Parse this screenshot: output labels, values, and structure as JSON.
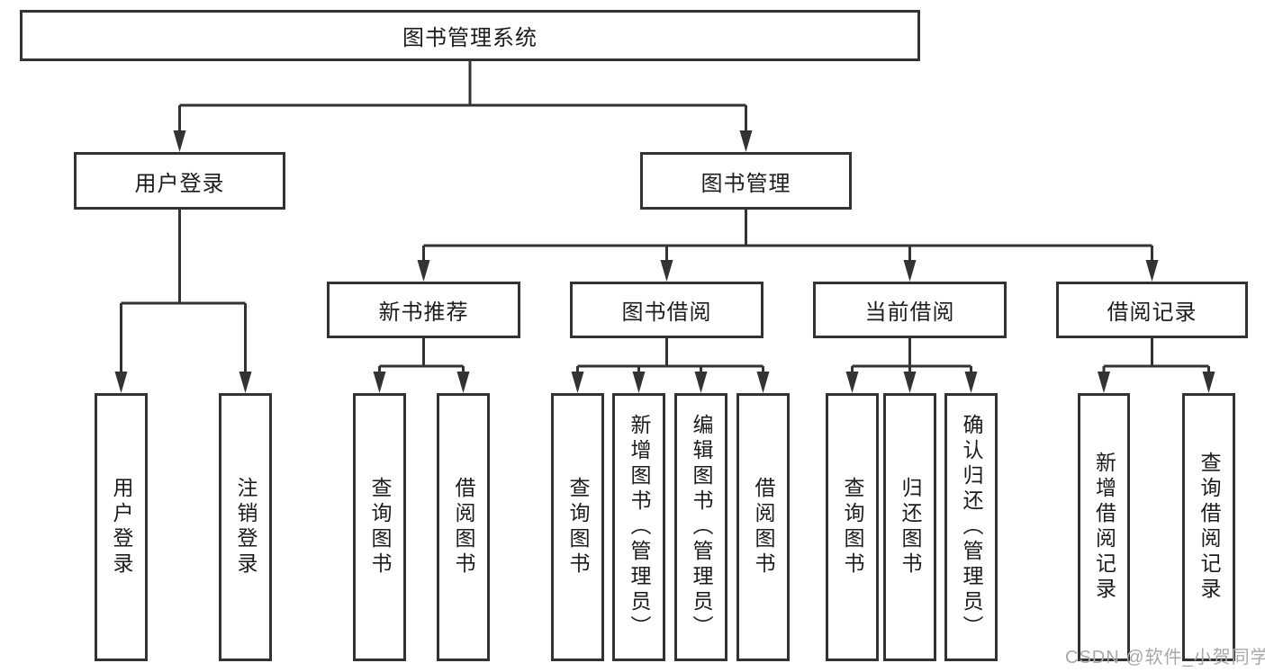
{
  "diagram": {
    "type": "tree",
    "orientation": "top-down",
    "tree": {
      "label": "图书管理系统",
      "children": [
        {
          "label": "用户登录",
          "children": [
            {
              "label": "用户登录"
            },
            {
              "label": "注销登录"
            }
          ]
        },
        {
          "label": "图书管理",
          "children": [
            {
              "label": "新书推荐",
              "children": [
                {
                  "label": "查询图书"
                },
                {
                  "label": "借阅图书"
                }
              ]
            },
            {
              "label": "图书借阅",
              "children": [
                {
                  "label": "查询图书"
                },
                {
                  "label": "新增图书（管理员）"
                },
                {
                  "label": "编辑图书（管理员）"
                },
                {
                  "label": "借阅图书"
                }
              ]
            },
            {
              "label": "当前借阅",
              "children": [
                {
                  "label": "查询图书"
                },
                {
                  "label": "归还图书"
                },
                {
                  "label": "确认归还（管理员）"
                }
              ]
            },
            {
              "label": "借阅记录",
              "children": [
                {
                  "label": "新增借阅记录"
                },
                {
                  "label": "查询借阅记录"
                }
              ]
            }
          ]
        }
      ]
    },
    "watermark": "CSDN @软件_小贺同学",
    "colors": {
      "line": "#333333",
      "box_border": "#333333",
      "box_background": "#ffffff",
      "text": "#1c1c1c",
      "watermark": "#a8a8a8",
      "page_background": "#ffffff"
    }
  }
}
